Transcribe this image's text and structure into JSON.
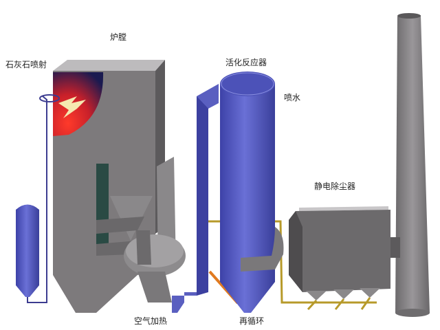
{
  "labels": {
    "furnace": "炉膛",
    "limestone_injection": "石灰石喷射",
    "activation_reactor": "活化反应器",
    "water_spray": "喷水",
    "electrostatic_precipitator": "静电除尘器",
    "air_heater": "空气加热",
    "recirculation": "再循环"
  },
  "colors": {
    "steel": "#7d7a7c",
    "blue": "#5a5fc0",
    "flame": "#d8201e",
    "pipe": "#b79a2a",
    "recirc": "#e07a20"
  }
}
